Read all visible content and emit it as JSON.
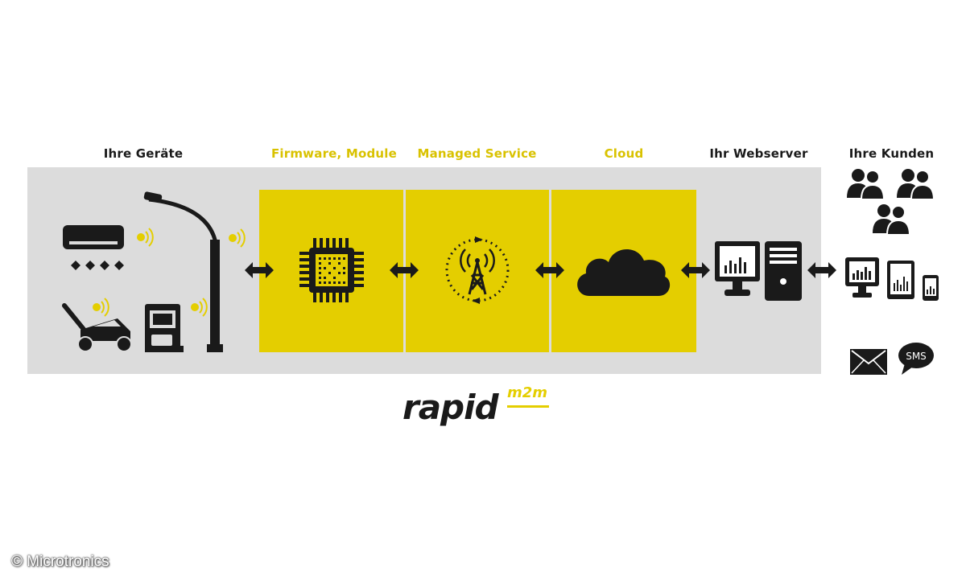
{
  "columns": {
    "devices": "Ihre Geräte",
    "firmware": "Firmware, Module",
    "managed": "Managed Service",
    "cloud": "Cloud",
    "webserver": "Ihr Webserver",
    "customers": "Ihre Kunden"
  },
  "logo": {
    "main": "rapid",
    "superscript": "m2m"
  },
  "sms_label": "SMS",
  "copyright": "© Microtronics",
  "colors": {
    "accent_yellow": "#e4ce00",
    "band_gray": "#dcdcdc",
    "ink": "#1a1a1a"
  },
  "icons": [
    "air-conditioner-icon",
    "street-lamp-icon",
    "lawn-mower-icon",
    "coffee-machine-icon",
    "chip-icon",
    "antenna-tower-icon",
    "cloud-icon",
    "monitor-icon",
    "server-icon",
    "users-icon",
    "tablet-icon",
    "smartphone-icon",
    "envelope-icon",
    "sms-bubble-icon",
    "double-arrow-icon"
  ]
}
